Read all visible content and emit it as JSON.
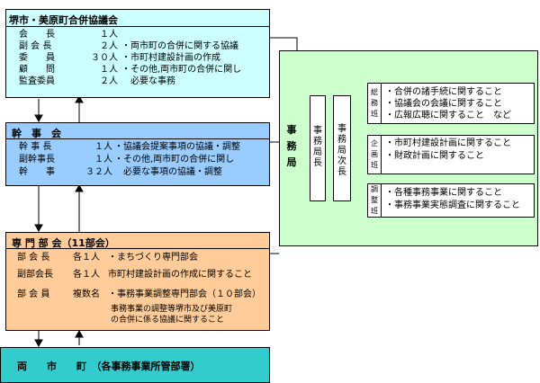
{
  "council": {
    "title": "堺市・美原町合併協議会",
    "rows": [
      {
        "role": "会　　長",
        "count": "１人",
        "desc": ""
      },
      {
        "role": "副 会 長",
        "count": "２人",
        "desc": "・両市町の合併に関する協議"
      },
      {
        "role": "委　　員",
        "count": "３０人",
        "desc": "・市町村建設計画の作成"
      },
      {
        "role": "顧　　問",
        "count": "１人",
        "desc": "・その他,両市町の合併に関し"
      },
      {
        "role": "監査委員",
        "count": "２人",
        "desc": "　必要な事務"
      }
    ]
  },
  "executive": {
    "title": "幹　事　会",
    "rows": [
      {
        "role": "幹 事 長",
        "count": "１人",
        "desc": "・協議会提案事項の協議・調整"
      },
      {
        "role": "副幹事長",
        "count": "１人",
        "desc": "・その他,両市町の合併に関し"
      },
      {
        "role": "幹　　事",
        "count": "３２人",
        "desc": "　必要な事項の協議・調整"
      }
    ]
  },
  "subcommittee": {
    "title": "専 門 部 会（11部会）",
    "rows": [
      {
        "role": "部 会 長",
        "count": "各１人",
        "desc": "・まちづくり専門部会"
      },
      {
        "role": "副部会長",
        "count": "各１人",
        "desc": "市町村建設計画の作成に関すること"
      },
      {
        "role": "部 会 員",
        "count": "複数名",
        "desc": "・事務事業調整専門部会（１０部会）"
      }
    ],
    "note1": "事務事業の調整等堺市及び美原町",
    "note2": "の合併に係る協議に関すること"
  },
  "bottom": {
    "label": "両　　市　　町　（各事務事業所管部署）"
  },
  "secretariat": {
    "label": "事務局",
    "director": "事務局長",
    "deputy": "事務局次長",
    "sections": [
      {
        "name": "総務班",
        "items": [
          "・合併の諸手続に関すること",
          "・協議会の会議に関すること",
          "・広報広聴に関すること　など"
        ]
      },
      {
        "name": "企画班",
        "items": [
          "・市町村建設計画に関すること",
          "・財政計画に関すること"
        ]
      },
      {
        "name": "調整班",
        "items": [
          "・各種事務事業に関すること",
          "・事務事業実態調査に関すること"
        ]
      }
    ]
  },
  "colors": {
    "council_bg": "#ccffff",
    "executive_bg": "#99ccff",
    "subcommittee_bg": "#ffcc99",
    "secretariat_bg": "#ccffcc",
    "bottom_bg": "#33cccc"
  }
}
